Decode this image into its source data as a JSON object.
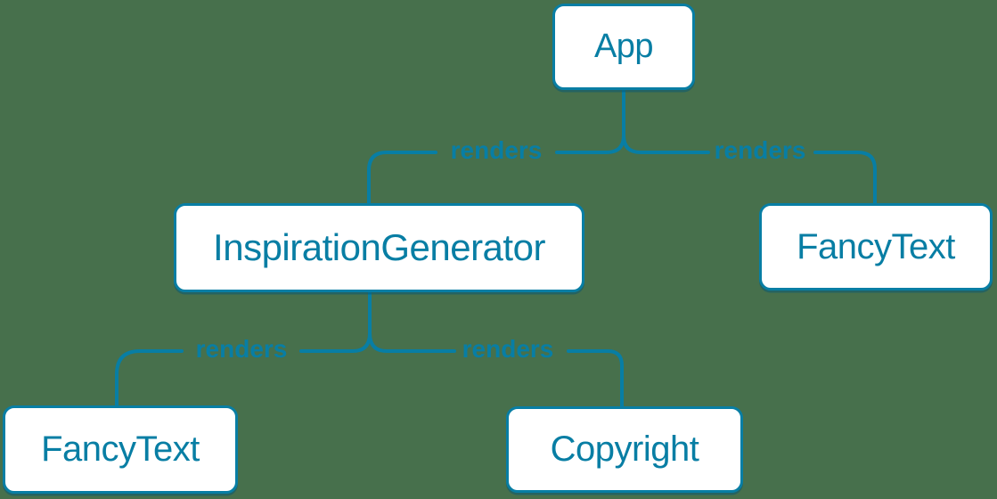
{
  "colors": {
    "background": "#47704C",
    "accent": "#087EA4",
    "node_fill": "#FFFFFF"
  },
  "nodes": [
    {
      "id": "app",
      "label": "App"
    },
    {
      "id": "inspiration-generator",
      "label": "InspirationGenerator"
    },
    {
      "id": "fancy-text-top",
      "label": "FancyText"
    },
    {
      "id": "fancy-text-bottom",
      "label": "FancyText"
    },
    {
      "id": "copyright",
      "label": "Copyright"
    }
  ],
  "edges": [
    {
      "from": "App",
      "to": "InspirationGenerator",
      "label": "renders"
    },
    {
      "from": "App",
      "to": "FancyText",
      "label": "renders"
    },
    {
      "from": "InspirationGenerator",
      "to": "FancyText",
      "label": "renders"
    },
    {
      "from": "InspirationGenerator",
      "to": "Copyright",
      "label": "renders"
    }
  ]
}
